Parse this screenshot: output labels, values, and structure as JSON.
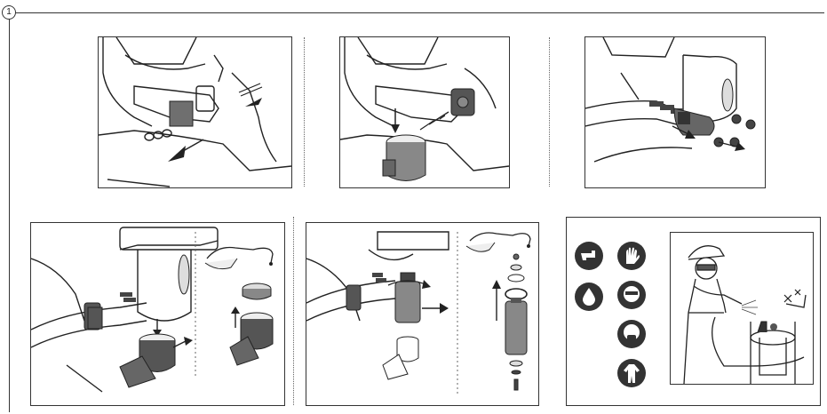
{
  "step": {
    "number": "1"
  },
  "panels": [
    {
      "id": "remove-bracket"
    },
    {
      "id": "fit-bowl"
    },
    {
      "id": "remove-clamp"
    },
    {
      "id": "lower-bowl"
    },
    {
      "id": "unscrew-filter"
    },
    {
      "id": "safety"
    }
  ],
  "icons": [
    "tap-water-icon",
    "water-drop-icon",
    "gloves-icon",
    "face-mask-icon",
    "respirator-icon",
    "protective-suit-icon"
  ],
  "colors": {
    "line": "#222222",
    "grey": "#7a7a7a",
    "dark": "#333333"
  }
}
